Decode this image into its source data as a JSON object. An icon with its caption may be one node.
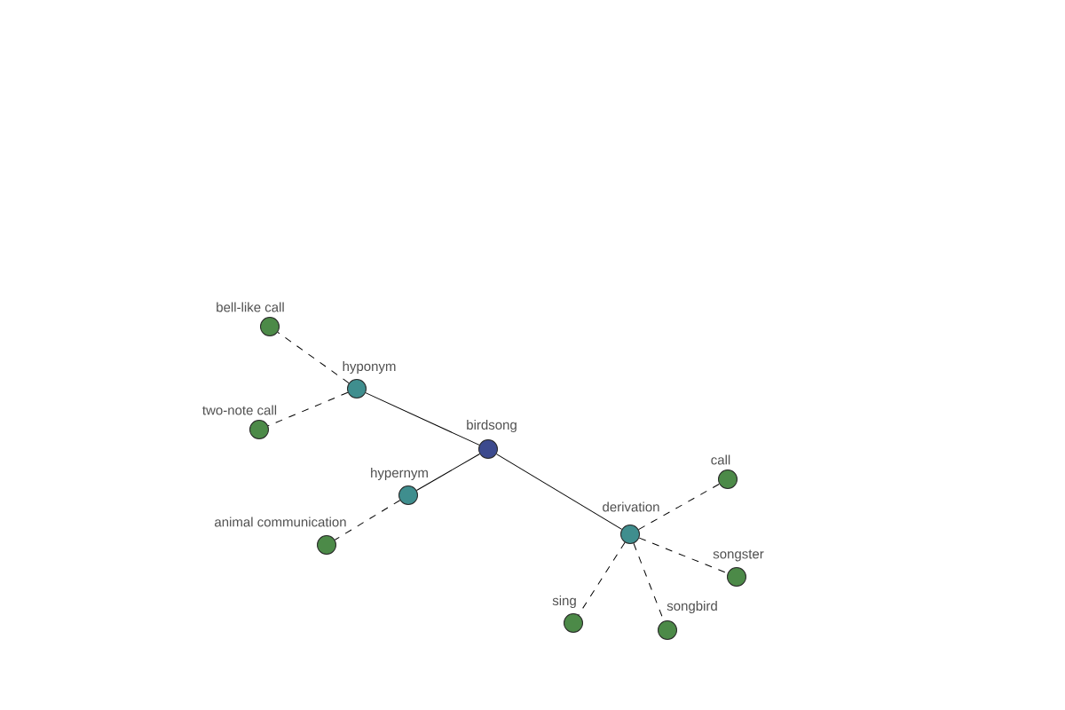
{
  "diagram": {
    "nodes": [
      {
        "text": [
          "bell-like call"
        ]
      },
      {
        "text": [
          "hyponym"
        ]
      },
      {
        "text": [
          "two-note call"
        ]
      },
      {
        "text": [
          "birdsong"
        ]
      },
      {
        "text": [
          "call"
        ]
      },
      {
        "text": [
          "hypernym"
        ]
      },
      {
        "text": [
          "derivation"
        ]
      },
      {
        "text": [
          "animal communication"
        ]
      },
      {
        "text": [
          "songster"
        ]
      },
      {
        "text": [
          "sing"
        ]
      },
      {
        "text": [
          "songbird"
        ]
      }
    ],
    "edges": [
      {
        "from": 3,
        "to": 1,
        "arrow": "none"
      },
      {
        "from": 3,
        "to": 5,
        "arrow": "none"
      },
      {
        "from": 3,
        "to": 6,
        "arrow": "none"
      },
      {
        "from": 1,
        "to": 0,
        "arrow": "none",
        "style": "dashed"
      },
      {
        "from": 1,
        "to": 2,
        "arrow": "none",
        "style": "dashed"
      },
      {
        "from": 5,
        "to": 7,
        "arrow": "none",
        "style": "dashed"
      },
      {
        "from": 6,
        "to": 4,
        "arrow": "none",
        "style": "dashed"
      },
      {
        "from": 6,
        "to": 8,
        "arrow": "none",
        "style": "dashed"
      },
      {
        "from": 6,
        "to": 9,
        "arrow": "none",
        "style": "dashed"
      },
      {
        "from": 6,
        "to": 10,
        "arrow": "none",
        "style": "dashed"
      }
    ]
  }
}
